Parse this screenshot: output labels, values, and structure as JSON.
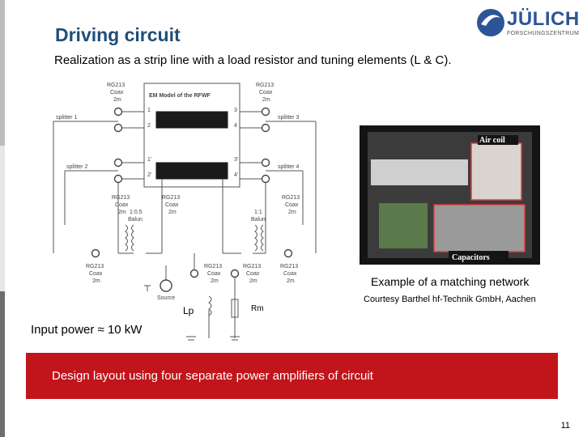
{
  "header": {
    "title": "Driving circuit",
    "subtitle": "Realization as a strip line with a load resistor and tuning elements (L & C)."
  },
  "logo": {
    "name": "JÜLICH",
    "subtitle": "FORSCHUNGSZENTRUM"
  },
  "circuit": {
    "model_title": "EM Model of the RFWF",
    "coax_label": [
      "RG213",
      "Coax",
      "2m"
    ],
    "splitters": [
      "splitter 1",
      "splitter 2",
      "splitter 3",
      "splitter 4"
    ],
    "ports": [
      "1",
      "2",
      "3",
      "4",
      "1'",
      "2'",
      "3'",
      "4'"
    ],
    "balun_left": [
      "1:0.5",
      "Balun"
    ],
    "balun_right": [
      "1:1",
      "Balun"
    ],
    "source_label": "Source",
    "lp_label": "Lp",
    "rm_label": "Rm"
  },
  "photo": {
    "air_coil_label": "Air coil",
    "capacitors_label": "Capacitors",
    "caption": "Example of a matching network",
    "credit": "Courtesy Barthel hf-Technik GmbH, Aachen"
  },
  "input_power": "Input power ≈ 10 kW",
  "banner": {
    "text": "Design layout using four separate power amplifiers of circuit"
  },
  "page_number": "11",
  "colors": {
    "title": "#1f4e79",
    "banner": "#c1141b",
    "logo": "#2c5597"
  }
}
